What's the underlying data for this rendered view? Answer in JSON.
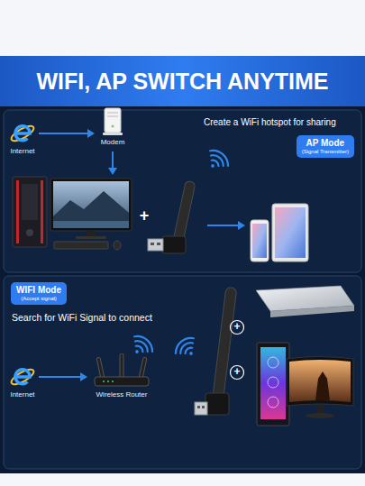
{
  "diagram": {
    "title": "WIFI, AP SWITCH ANYTIME",
    "nodes": [
      {
        "text": [
          "Internet"
        ]
      },
      {
        "text": [
          "Modem"
        ]
      },
      {
        "text": [
          "AP Mode",
          "(Signal Transmitter)"
        ]
      },
      {
        "text": [
          "WIFI Mode",
          "(Accept signal)"
        ]
      },
      {
        "text": [
          "Internet"
        ]
      },
      {
        "text": [
          "Wireless Router"
        ]
      }
    ],
    "edges": [
      {
        "from": 0,
        "to": 1,
        "arrow": "to"
      },
      {
        "from": 4,
        "to": 5,
        "arrow": "to"
      }
    ],
    "labels": [
      "Create a WiFi hotspot for sharing",
      "Search for WiFi Signal to connect",
      "+",
      "+",
      "+"
    ]
  }
}
